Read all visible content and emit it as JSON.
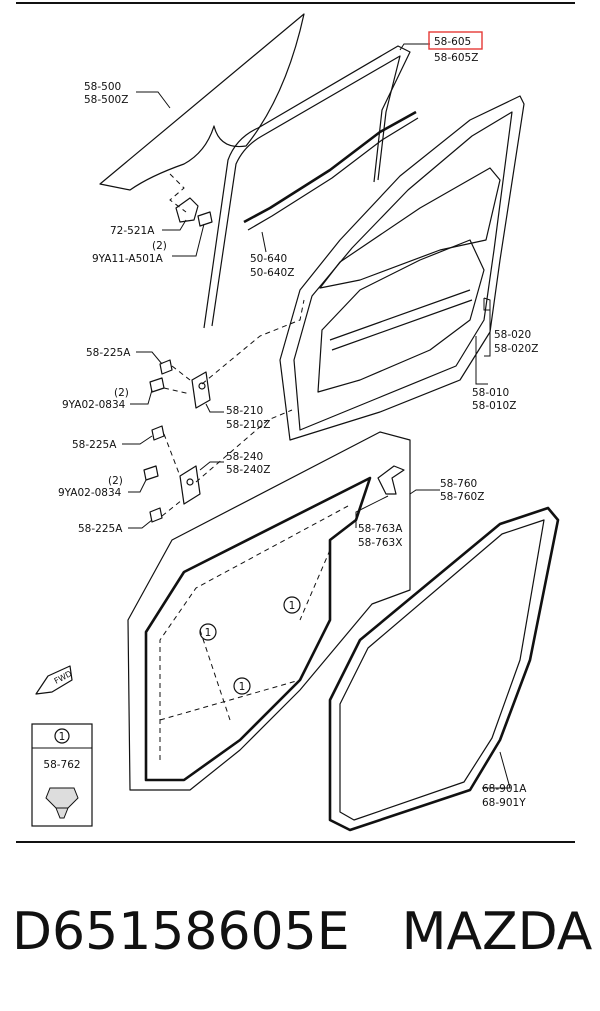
{
  "diagram": {
    "highlight_color": "#e53935",
    "labels": {
      "p58_605": "58-605",
      "p58_605z": "58-605Z",
      "p58_500": "58-500",
      "p58_500z": "58-500Z",
      "p72_521a": "72-521A",
      "qty_2a": "(2)",
      "p9ya11": "9YA11-A501A",
      "p50_640": "50-640",
      "p50_640z": "50-640Z",
      "p58_225a_1": "58-225A",
      "qty_2b": "(2)",
      "p9ya02_1": "9YA02-0834",
      "p58_210": "58-210",
      "p58_210z": "58-210Z",
      "p58_225a_2": "58-225A",
      "p58_240": "58-240",
      "p58_240z": "58-240Z",
      "qty_2c": "(2)",
      "p9ya02_2": "9YA02-0834",
      "p58_225a_3": "58-225A",
      "p58_020": "58-020",
      "p58_020z": "58-020Z",
      "p58_010": "58-010",
      "p58_010z": "58-010Z",
      "p58_760": "58-760",
      "p58_760z": "58-760Z",
      "p58_763a": "58-763A",
      "p58_763x": "58-763X",
      "p58_762": "58-762",
      "p68_901a": "68-901A",
      "p68_901y": "68-901Y",
      "fwd": "FWD",
      "callout": "1"
    }
  },
  "caption": {
    "part_number": "D65158605E",
    "brand": "MAZDA"
  }
}
